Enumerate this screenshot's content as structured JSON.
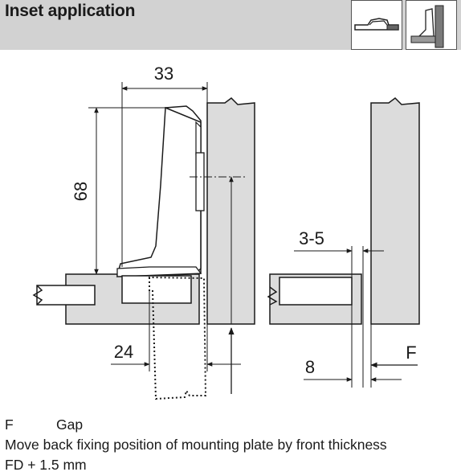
{
  "header": {
    "title": "Inset application",
    "icons": [
      "mounting-plate-icon",
      "hinge-side-icon"
    ]
  },
  "diagram": {
    "dim_width_top": "33",
    "dim_height_left": "68",
    "dim_bottom_left": "24",
    "dim_gap_range": "3-5",
    "dim_bottom_right": "8",
    "label_gap": "F"
  },
  "legend": {
    "key": "F",
    "key_desc": "Gap",
    "note": "Move back fixing position of mounting plate by front thickness",
    "formula": "FD + 1.5 mm"
  },
  "colors": {
    "header_bg": "#d2d2d2",
    "panel_gray": "#dcdcdc",
    "line": "#1a1a1a"
  }
}
